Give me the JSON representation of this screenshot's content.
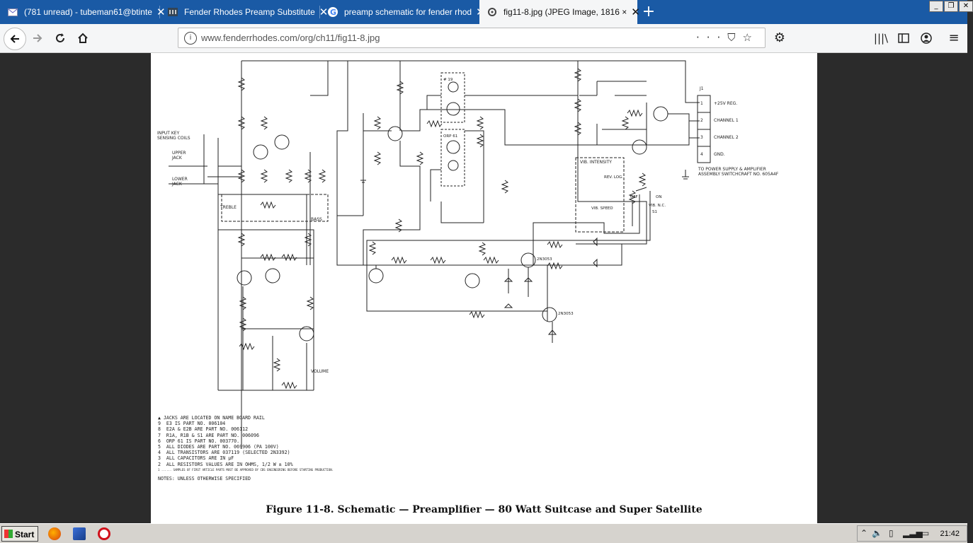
{
  "tabs": [
    {
      "title": "(781 unread) - tubeman61@btinte",
      "icon": "mail-icon"
    },
    {
      "title": "Fender Rhodes Preamp Substitute",
      "icon": "site-icon"
    },
    {
      "title": "preamp schematic for fender rhod",
      "icon": "google-icon"
    },
    {
      "title": "fig11-8.jpg (JPEG Image, 1816 ×",
      "icon": "image-icon"
    }
  ],
  "url": "www.fenderrhodes.com/org/ch11/fig11-8.jpg",
  "caption": "Figure 11-8.  Schematic — Preamplifier — 80 Watt Suitcase and Super Satellite",
  "connector": {
    "name": "J1",
    "pins": [
      {
        "num": "1",
        "label": "+25V REG."
      },
      {
        "num": "2",
        "label": "CHANNEL 1"
      },
      {
        "num": "3",
        "label": "CHANNEL 2"
      },
      {
        "num": "4",
        "label": "GND."
      }
    ],
    "note1": "TO POWER SUPPLY & AMPLIFIER",
    "note2": "ASSEMBLY SWITCHCRAFT NO. 605A4F"
  },
  "labels": {
    "input_coils": "INPUT KEY",
    "input_coils2": "SENSING COILS",
    "upper_jack": "UPPER",
    "upper_jack2": "JACK",
    "lower_jack": "LOWER",
    "lower_jack2": "JACK",
    "vib_intensity": "VIB. INTENSITY",
    "rev_log": "REV. LOG.",
    "vib_speed": "VIB. SPEED",
    "switch_on": "ON",
    "switch_off": "OFF",
    "switch_vib": "VIB. N.C.",
    "s1": "S1",
    "treble": "TREBLE",
    "bass": "BASS",
    "volume": "VOLUME",
    "orp61": "ORP 61",
    "lamp": "# 19",
    "transistor1": "2N3053",
    "transistor2": "2N3053"
  },
  "notes": [
    "▲ JACKS ARE LOCATED ON NAME BOARD RAIL",
    "9  E3 IS PART NO. 006104",
    "8  E2A & E2B ARE PART NO. 006112",
    "7  R1A, R1B & S1 ARE PART NO. 006096",
    "6  ORP 61 IS PART NO. 003770.",
    "5  ALL DIODES ARE PART NO. 069906 (PA 100V)",
    "4  ALL TRANSISTORS ARE 037119 (SELECTED 2N3392)",
    "3  ALL CAPACITORS ARE IN µF",
    "2  ALL RESISTORS VALUES ARE IN OHMS, 1/2 W ± 10%",
    "1 ...... SAMPLES OF FIRST ARTICLE PARTS MUST BE APPROVED BY CBS ENGINEERING BEFORE STARTING PRODUCTION.",
    "NOTES: UNLESS OTHERWISE SPECIFIED"
  ],
  "taskbar": {
    "start": "Start",
    "clock": "21:42"
  }
}
